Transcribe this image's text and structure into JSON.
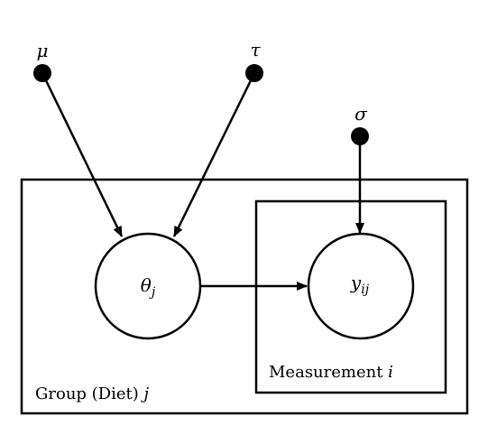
{
  "nodes": {
    "mu": {
      "label": "μ"
    },
    "tau": {
      "label": "τ"
    },
    "sigma": {
      "label": "σ"
    },
    "theta": {
      "symbol": "θ",
      "sub": "j"
    },
    "y": {
      "symbol": "y",
      "sub": "ij"
    }
  },
  "plates": {
    "group": {
      "label": "Group (Diet) ",
      "index": "j"
    },
    "measurement": {
      "label": "Measurement ",
      "index": "i"
    }
  },
  "edges": [
    {
      "from": "mu",
      "to": "theta"
    },
    {
      "from": "tau",
      "to": "theta"
    },
    {
      "from": "sigma",
      "to": "y"
    },
    {
      "from": "theta",
      "to": "y"
    }
  ],
  "colors": {
    "stroke": "#000000",
    "background": "#ffffff"
  }
}
